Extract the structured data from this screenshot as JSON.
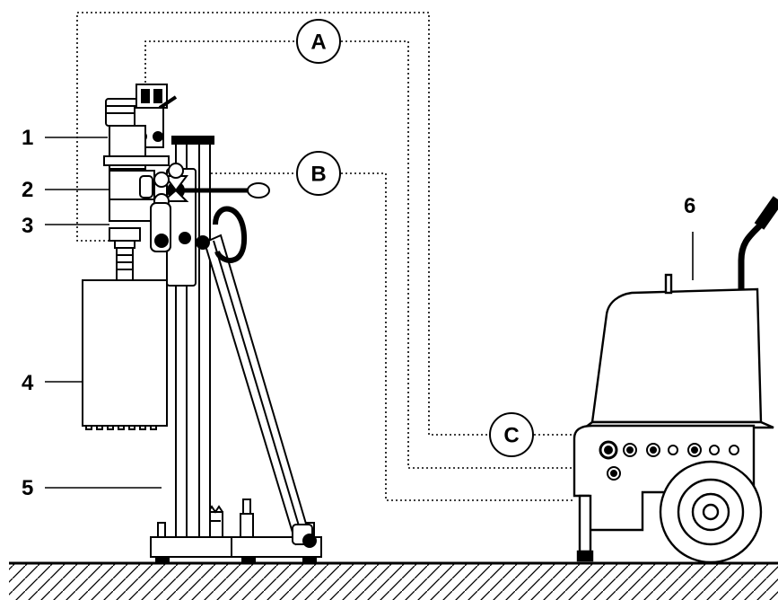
{
  "labels": {
    "n1": "1",
    "n2": "2",
    "n3": "3",
    "n4": "4",
    "n5": "5",
    "n6": "6"
  },
  "callouts": {
    "a": "A",
    "b": "B",
    "c": "C"
  },
  "colors": {
    "line": "#000000",
    "fill_light": "#ffffff",
    "hatch": "#000000"
  }
}
